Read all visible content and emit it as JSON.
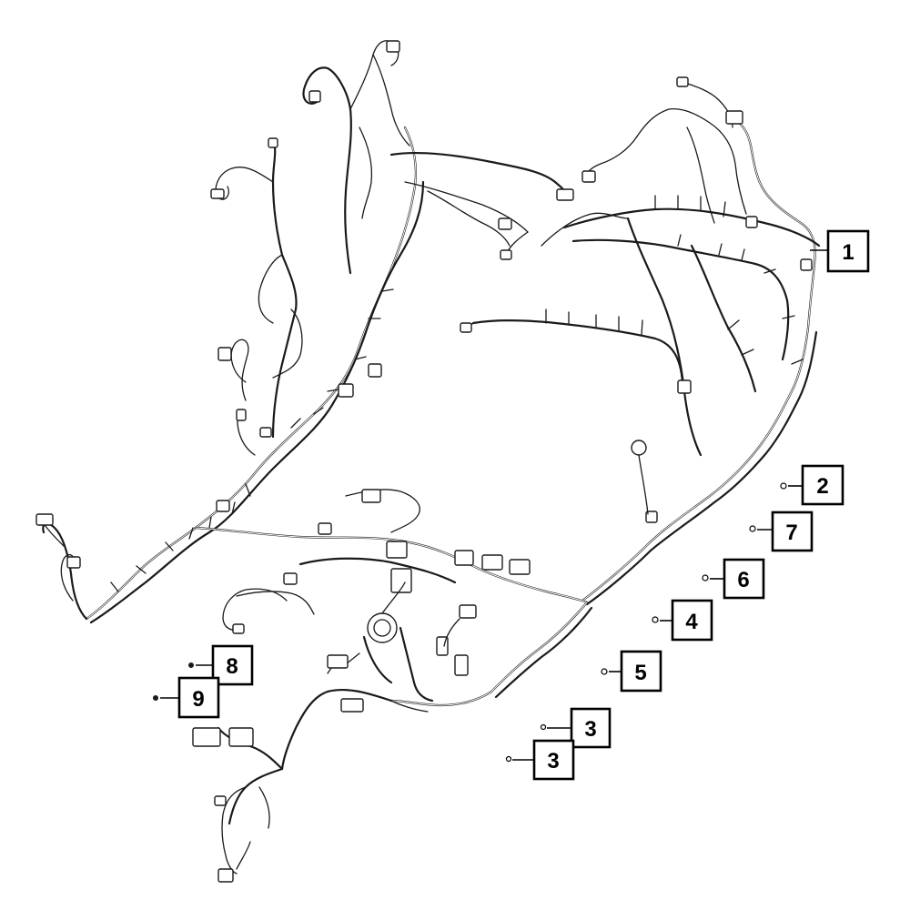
{
  "diagram": {
    "callouts": [
      {
        "id": "c1",
        "label": "1"
      },
      {
        "id": "c2",
        "label": "2"
      },
      {
        "id": "c7",
        "label": "7"
      },
      {
        "id": "c6",
        "label": "6"
      },
      {
        "id": "c4",
        "label": "4"
      },
      {
        "id": "c5",
        "label": "5"
      },
      {
        "id": "c3a",
        "label": "3"
      },
      {
        "id": "c3b",
        "label": "3"
      },
      {
        "id": "c8",
        "label": "8"
      },
      {
        "id": "c9",
        "label": "9"
      }
    ],
    "colors": {
      "line": "#1a1a1a",
      "background": "#ffffff"
    }
  }
}
